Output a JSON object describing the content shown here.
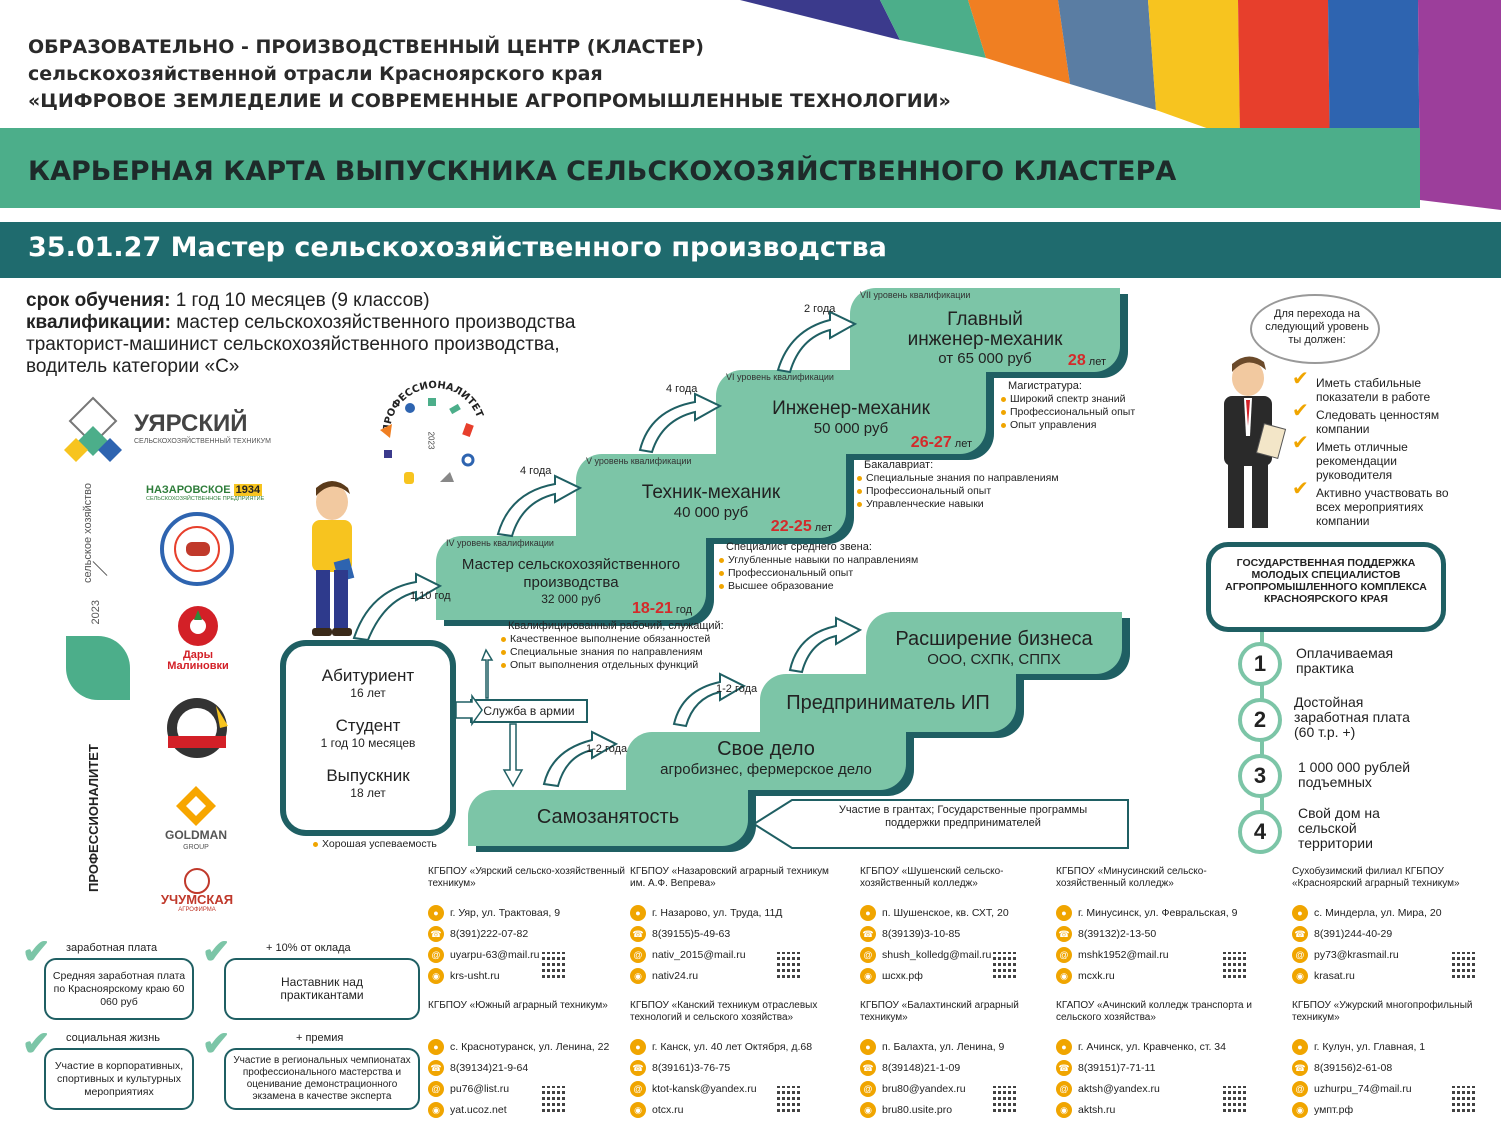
{
  "header": {
    "line1": "ОБРАЗОВАТЕЛЬНО - ПРОИЗВОДСТВЕННЫЙ ЦЕНТР (КЛАСТЕР)",
    "line2": "сельскохозяйственной отрасли Красноярского края",
    "line3": "«ЦИФРОВОЕ ЗЕМЛЕДЕЛИЕ И СОВРЕМЕННЫЕ АГРОПРОМЫШЛЕННЫЕ ТЕХНОЛОГИИ»",
    "career_title": "КАРЬЕРНАЯ КАРТА ВЫПУСКНИКА СЕЛЬСКОХОЗЯЙСТВЕННОГО КЛАСТЕРА",
    "specialty": "35.01.27 Мастер сельскохозяйственного производства",
    "stripe_colors": [
      "#3b3a8c",
      "#4cae8a",
      "#f07f22",
      "#5a7da3",
      "#f7c41f",
      "#e73f2c",
      "#2e64b0",
      "#9c3e9b"
    ]
  },
  "info": {
    "term_label": "срок обучения:",
    "term_value": "1 год 10 месяцев (9 классов)",
    "qual_label": "квалификации:",
    "qual_value1": "мастер сельскохозяйственного производства",
    "qual_value2": "тракторист-машинист сельскохозяйственного производства,",
    "qual_value3": "водитель категории «С»"
  },
  "logos": {
    "uyar_name": "УЯРСКИЙ",
    "uyar_sub": "СЕЛЬСКОХОЗЯЙСТВЕННЫЙ ТЕХНИКУМ",
    "nazar": "НАЗАРОВСКОЕ",
    "nazar_year": "1934",
    "nazar_sub": "СЕЛЬСКОХОЗЯЙСТВЕННОЕ ПРЕДПРИЯТИЕ",
    "dary": "Дары Малиновки",
    "goldman": "GOLDMAN",
    "goldman_sub": "GROUP",
    "uchum": "УЧУМСКАЯ",
    "uchum_sub": "АГРОФИРМА",
    "vert1": "сельское хозяйство",
    "vert_year": "2023",
    "vert_prof": "ПРОФЕССИОНАЛИТЕТ",
    "prof_ring": "ПРОФЕССИОНАЛИТЕТ",
    "prof_year": "2023"
  },
  "steps": {
    "s7": {
      "level": "VII уровень квалификации",
      "title1": "Главный",
      "title2": "инженер-механик",
      "salary": "от 65 000 руб",
      "age_num": "28",
      "age_unit": "лет",
      "years": "2 года"
    },
    "s6": {
      "level": "VI уровень квалификации",
      "title": "Инженер-механик",
      "salary": "50 000 руб",
      "age_num": "26-27",
      "age_unit": "лет",
      "years": "4 года"
    },
    "s5": {
      "level": "V уровень квалификации",
      "title": "Техник-механик",
      "salary": "40 000 руб",
      "age_num": "22-25",
      "age_unit": "лет",
      "years": "4 года"
    },
    "s4": {
      "level": "IV уровень квалификации",
      "title1": "Мастер сельскохозяйственного",
      "title2": "производства",
      "salary": "32 000 руб",
      "age_num": "18-21",
      "age_unit": "год",
      "years": "1,10 год"
    }
  },
  "notes": {
    "mag_title": "Магистратура:",
    "mag": [
      "Широкий спектр знаний",
      "Профессиональный опыт",
      "Опыт управления"
    ],
    "bak_title": "Бакалавриат:",
    "bak": [
      "Специальные знания по направлениям",
      "Профессиональный опыт",
      "Управленческие навыки"
    ],
    "spo_title": "Специалист среднего звена:",
    "spo": [
      "Углубленные навыки по направлениям",
      "Профессиональный опыт",
      "Высшее образование"
    ],
    "kr_title": "Квалифицированный рабочий, служащий:",
    "kr": [
      "Качественное выполнение обязанностей",
      "Специальные знания по направлениям",
      "Опыт выполнения отдельных функций"
    ]
  },
  "student": {
    "a1": "Абитуриент",
    "a2": "16 лет",
    "b1": "Студент",
    "b2": "1 год 10 месяцев",
    "c1": "Выпускник",
    "c2": "18 лет",
    "good": "Хорошая успеваемость",
    "army": "Служба в армии"
  },
  "biz": {
    "expand_title": "Расширение бизнеса",
    "expand_sub": "ООО, СХПК, СППХ",
    "ip": "Предприниматель ИП",
    "ip_years": "1-2 года",
    "own_title": "Свое дело",
    "own_sub": "агробизнес, фермерское дело",
    "own_years": "1-2 года",
    "self": "Самозанятость",
    "grants": "Участие в грантах; Государственные программы поддержки предпринимателей"
  },
  "speech": {
    "text": "Для перехода на следующий уровень ты должен:"
  },
  "requirements": [
    "Иметь стабильные показатели в работе",
    "Следовать ценностям компании",
    "Иметь отличные рекомендации руководителя",
    "Активно участвовать во всех мероприятиях компании"
  ],
  "gov": {
    "title": "ГОСУДАРСТВЕННАЯ ПОДДЕРЖКА МОЛОДЫХ СПЕЦИАЛИСТОВ АГРОПРОМЫШЛЕННОГО КОМПЛЕКСА КРАСНОЯРСКОГО КРАЯ",
    "items": [
      {
        "n": "1",
        "t": "Оплачиваемая практика"
      },
      {
        "n": "2",
        "t": "Достойная заработная плата (60 т.р. +)"
      },
      {
        "n": "3",
        "t": "1 000 000 рублей подъемных"
      },
      {
        "n": "4",
        "t": "Свой дом на сельской территории"
      }
    ]
  },
  "bottom_left": {
    "salary_label": "заработная плата",
    "salary_text": "Средняя заработная плата по Красноярскому краю 60 060 руб",
    "bonus_label": "+ 10% от оклада",
    "bonus_text": "Наставник над практикантами",
    "social_label": "социальная жизнь",
    "social_text": "Участие в корпоративных, спортивных и культурных мероприятиях",
    "prem_label": "+ премия",
    "prem_text": "Участие в региональных чемпионатах профессионального мастерства и оценивание демонстрационного экзамена в качестве эксперта"
  },
  "institutions": [
    {
      "name": "КГБПОУ «Уярский сельско-хозяйственный техникум»",
      "addr": "г. Уяр, ул. Трактовая, 9",
      "phone": "8(391)222-07-82",
      "mail": "uyarpu-63@mail.ru",
      "site": "krs-usht.ru"
    },
    {
      "name": "КГБПОУ «Назаровский аграрный техникум им. А.Ф. Вепрева»",
      "addr": "г. Назарово, ул. Труда, 11Д",
      "phone": "8(39155)5-49-63",
      "mail": "nativ_2015@mail.ru",
      "site": "nativ24.ru"
    },
    {
      "name": "КГБПОУ «Шушенский сельско-хозяйственный колледж»",
      "addr": "п. Шушенское, кв. СХТ, 20",
      "phone": "8(39139)3-10-85",
      "mail": "shush_kolledg@mail.ru",
      "site": "шсхк.рф"
    },
    {
      "name": "КГБПОУ «Минусинский сельско-хозяйственный колледж»",
      "addr": "г. Минусинск, ул. Февральская, 9",
      "phone": "8(39132)2-13-50",
      "mail": "mshk1952@mail.ru",
      "site": "mcxk.ru"
    },
    {
      "name": "Сухобузимский филиал КГБПОУ «Красноярский аграрный техникум»",
      "addr": "с. Миндерла, ул. Мира, 20",
      "phone": "8(391)244-40-29",
      "mail": "py73@krasmail.ru",
      "site": "krasat.ru"
    },
    {
      "name": "КГБПОУ «Южный аграрный техникум»",
      "addr": "с. Краснотуранск, ул. Ленина, 22",
      "phone": "8(39134)21-9-64",
      "mail": "pu76@list.ru",
      "site": "yat.ucoz.net"
    },
    {
      "name": "КГБПОУ «Канский техникум отраслевых технологий и сельского хозяйства»",
      "addr": "г. Канск, ул. 40 лет Октября, д.68",
      "phone": "8(39161)3-76-75",
      "mail": "ktot-kansk@yandex.ru",
      "site": "otcx.ru"
    },
    {
      "name": "КГБПОУ «Балахтинский аграрный техникум»",
      "addr": "п. Балахта, ул. Ленина, 9",
      "phone": "8(39148)21-1-09",
      "mail": "bru80@yandex.ru",
      "site": "bru80.usite.pro"
    },
    {
      "name": "КГАПОУ «Ачинский колледж транспорта и сельского хозяйства»",
      "addr": "г. Ачинск, ул. Кравченко, ст. 34",
      "phone": "8(39151)7-71-11",
      "mail": "aktsh@yandex.ru",
      "site": "aktsh.ru"
    },
    {
      "name": "КГБПОУ «Ужурский многопрофильный техникум»",
      "addr": "г. Кулун, ул. Главная, 1",
      "phone": "8(39156)2-61-08",
      "mail": "uzhurpu_74@mail.ru",
      "site": "умпт.рф"
    }
  ]
}
